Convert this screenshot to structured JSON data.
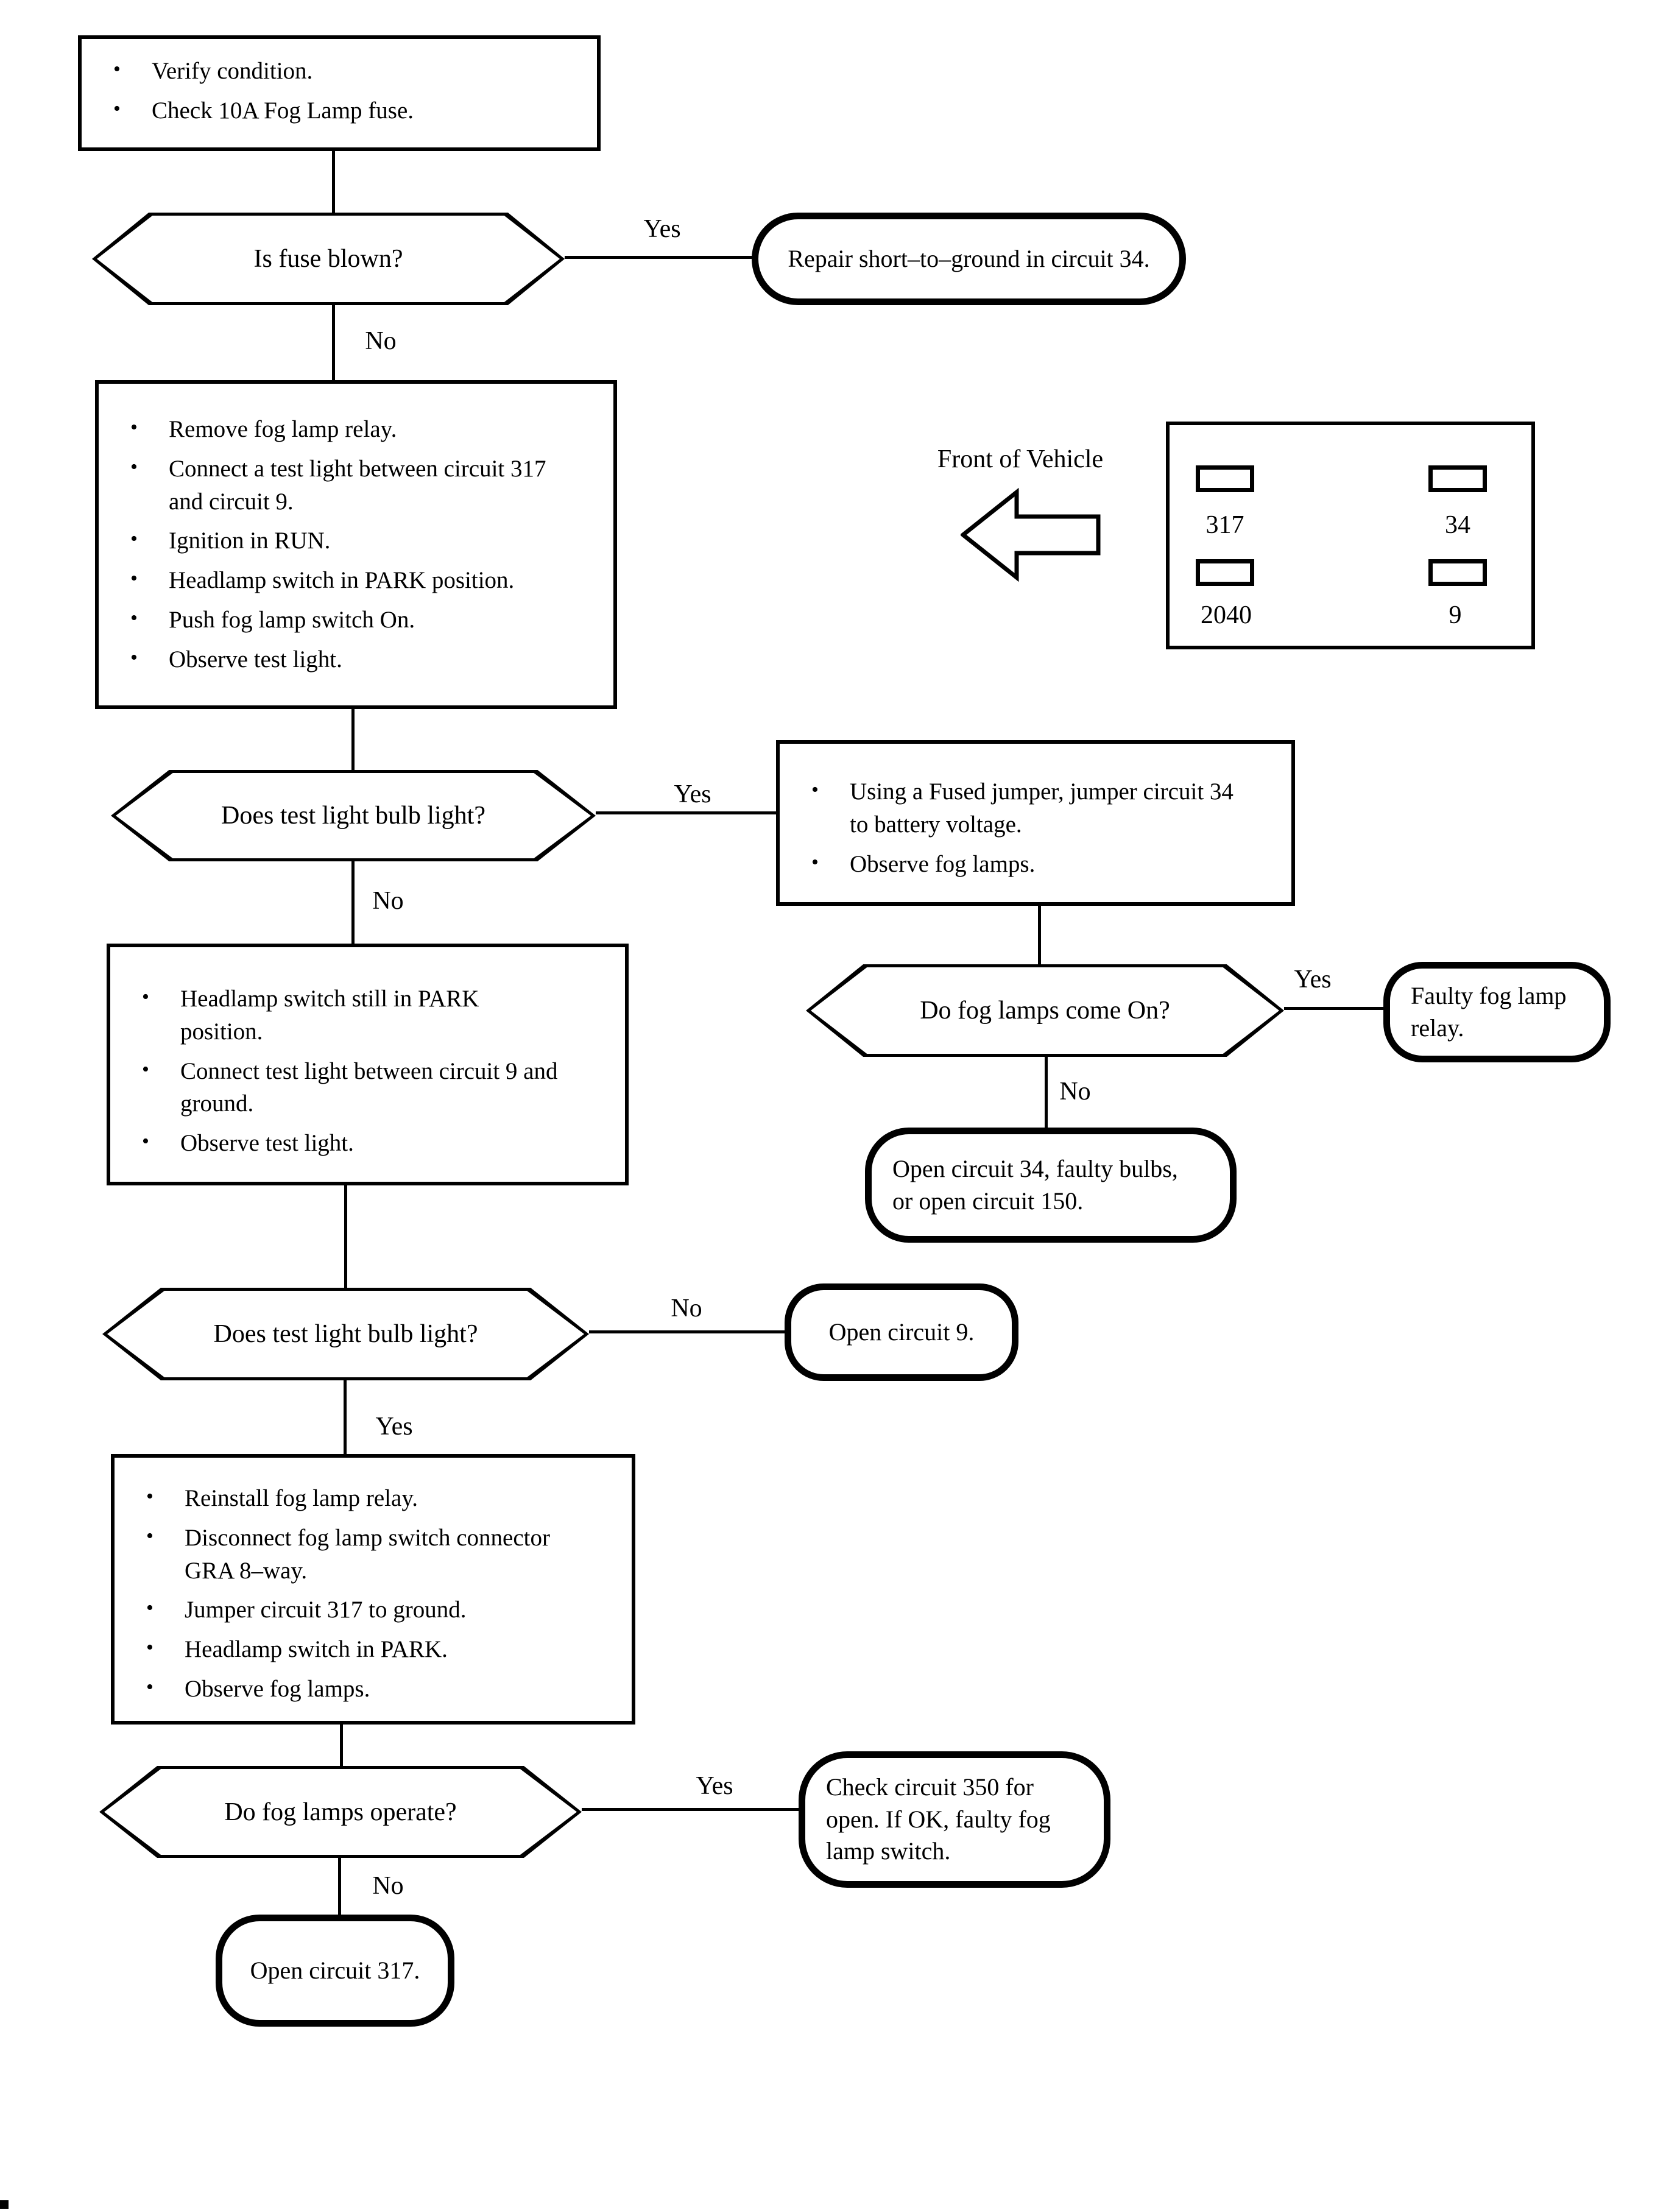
{
  "flow": {
    "verify": {
      "items": [
        "Verify condition.",
        "Check 10A Fog Lamp fuse."
      ]
    },
    "fuse_decision": {
      "question": "Is fuse blown?",
      "yes": "Yes",
      "no": "No"
    },
    "repair_short": {
      "text": "Repair short–to–ground in circuit 34."
    },
    "relay_test": {
      "items": [
        "Remove fog lamp relay.",
        "Connect a test light between circuit 317\nand circuit 9.",
        "Ignition in RUN.",
        "Headlamp switch in PARK position.",
        "Push fog lamp switch On.",
        "Observe test light."
      ]
    },
    "test_light_1": {
      "question": "Does test light bulb light?",
      "yes": "Yes",
      "no": "No"
    },
    "jumper_34": {
      "items": [
        "Using a Fused jumper, jumper circuit 34\nto battery voltage.",
        "Observe fog lamps."
      ]
    },
    "fog_on": {
      "question": "Do fog lamps come On?",
      "yes": "Yes",
      "no": "No"
    },
    "faulty_relay": {
      "text": "Faulty fog lamp\nrelay."
    },
    "open_34": {
      "text": "Open circuit 34, faulty bulbs,\nor open circuit 150."
    },
    "park_test": {
      "items": [
        "Headlamp switch still in PARK\nposition.",
        "Connect test light between circuit 9 and\nground.",
        "Observe test light."
      ]
    },
    "test_light_2": {
      "question": "Does test light bulb light?",
      "no": "No",
      "yes": "Yes"
    },
    "open_9": {
      "text": "Open circuit 9."
    },
    "reinstall": {
      "items": [
        "Reinstall fog lamp relay.",
        "Disconnect fog lamp switch connector\nGRA 8–way.",
        "Jumper circuit 317 to ground.",
        "Headlamp switch in PARK.",
        "Observe fog lamps."
      ]
    },
    "fog_operate": {
      "question": "Do fog lamps operate?",
      "yes": "Yes",
      "no": "No"
    },
    "check_350": {
      "text": "Check circuit 350 for\nopen. If OK, faulty fog\nlamp switch."
    },
    "open_317": {
      "text": "Open circuit 317."
    }
  },
  "illustration": {
    "front_label": "Front of Vehicle",
    "pins": {
      "top_left": "317",
      "top_right": "34",
      "bottom_left": "2040",
      "bottom_right": "9"
    }
  },
  "colors": {
    "ink": "#000000",
    "paper": "#ffffff"
  }
}
